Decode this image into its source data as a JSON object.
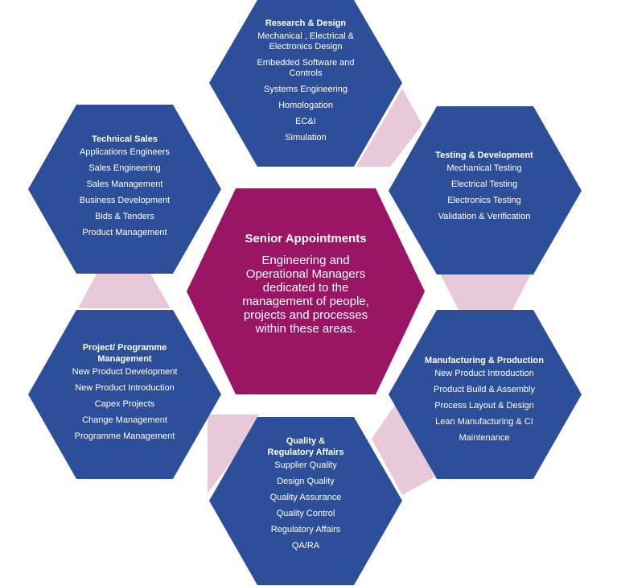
{
  "colors": {
    "outer_hex": "#2d4f9a",
    "center_hex": "#9b1565",
    "connector": "#e8c9d9",
    "text": "#ffffff"
  },
  "center": {
    "title": "Senior Appointments",
    "body": [
      "Engineering and",
      "Operational Managers",
      "dedicated to the",
      "management of people,",
      "projects and processes",
      "within these areas."
    ]
  },
  "research": {
    "title": "Research & Design",
    "items": [
      "Mechanical , Electrical &\nElectronics Design",
      "Embedded Software and\nControls",
      "Systems Engineering",
      "Homologation",
      "EC&I",
      "Simulation"
    ]
  },
  "testing": {
    "title": "Testing & Development",
    "items": [
      "Mechanical Testing",
      "Electrical Testing",
      "Electronics Testing",
      "Validation & Verification"
    ]
  },
  "technical": {
    "title": "Technical  Sales",
    "items": [
      "Applications Engineers",
      "Sales Engineering",
      "Sales Management",
      "Business Development",
      "Bids & Tenders",
      "Product Management"
    ]
  },
  "project": {
    "title": "Project/ Programme\nManagement",
    "items": [
      "New  Product Development",
      "New  Product Introduction",
      "Capex Projects",
      "Change Management",
      "Programme Management"
    ]
  },
  "manufacturing": {
    "title": "Manufacturing  & Production",
    "items": [
      "New  Product Introduction",
      "Product Build & Assembly",
      "Process Layout & Design",
      "Lean  Manufacturing & CI",
      "Maintenance"
    ]
  },
  "quality": {
    "title": "Quality &\nRegulatory Affairs",
    "items": [
      "Supplier Quality",
      "Design Quality",
      "Quality Assurance",
      "Quality Control",
      "Regulatory Affairs",
      "QA/RA"
    ]
  }
}
